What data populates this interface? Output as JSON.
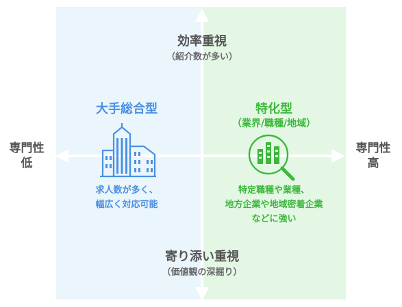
{
  "top": {
    "title": "効率重視",
    "subtitle": "（紹介数が多い）"
  },
  "bottom": {
    "title": "寄り添い重視",
    "subtitle": "（価値観の深掘り）"
  },
  "left_axis": {
    "line1": "専門性",
    "line2": "低"
  },
  "right_axis": {
    "line1": "専門性",
    "line2": "高"
  },
  "left_quadrant": {
    "title": "大手総合型",
    "desc_line1": "求人数が多く、",
    "desc_line2": "幅広く対応可能",
    "icon": "building-icon",
    "color": "#4a90e2"
  },
  "right_quadrant": {
    "title": "特化型",
    "subtitle": "（業界/職種/地域）",
    "desc_line1": "特定職種や業種、",
    "desc_line2": "地方企業や地域密着企業",
    "desc_line3": "などに強い",
    "icon": "magnifier-building-icon",
    "color": "#3db83d"
  },
  "colors": {
    "left_bg": "#eaf5fc",
    "right_bg": "#e4f7e4",
    "axis": "#ffffff",
    "label": "#555555"
  }
}
